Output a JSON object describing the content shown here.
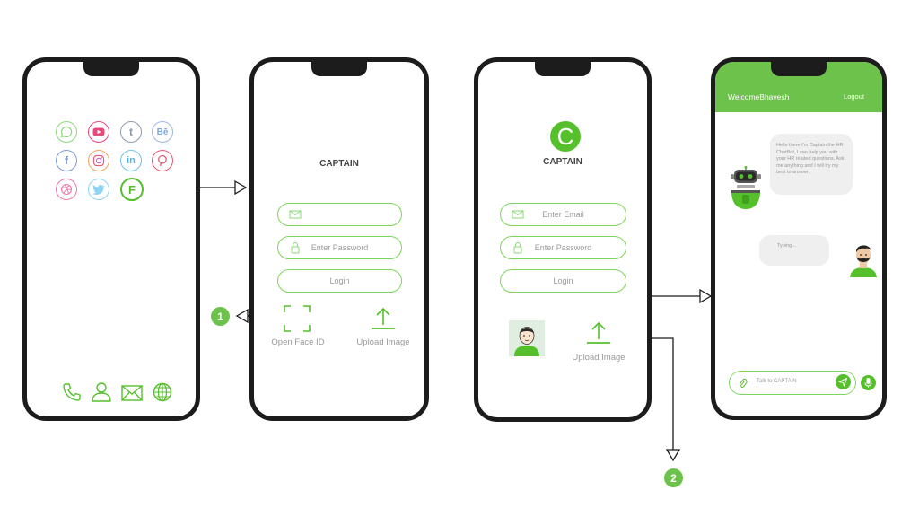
{
  "colors": {
    "accent": "#6cc24a",
    "frame": "#1c1c1c",
    "muted": "#9a9a9a"
  },
  "phone1": {
    "social_icons": [
      "whatsapp-icon",
      "youtube-icon",
      "tumblr-icon",
      "behance-icon",
      "facebook-icon",
      "instagram-icon",
      "linkedin-icon",
      "pinterest-icon",
      "dribbble-icon",
      "twitter-icon",
      "captain-f-app-icon"
    ],
    "dock_icons": [
      "phone-icon",
      "contact-icon",
      "mail-icon",
      "globe-icon"
    ]
  },
  "phone2": {
    "title": "CAPTAIN",
    "password_placeholder": "Enter Password",
    "login_label": "Login",
    "face_id_label": "Open Face ID",
    "upload_label": "Upload Image"
  },
  "phone3": {
    "logo_letter": "C",
    "title": "CAPTAIN",
    "email_placeholder": "Enter Email",
    "password_placeholder": "Enter Password",
    "login_label": "Login",
    "upload_label": "Upload Image"
  },
  "phone4": {
    "header_title": "WelcomeBhavesh",
    "logout_label": "Logout",
    "bot_message": "Hello there I'm Captain the HR ChatBot, I can help you with your HR related questions. Ask me anything and I will try my best to answer.",
    "user_message": "Typing...",
    "input_placeholder": "Talk to CAPTAIN"
  },
  "steps": {
    "step1": "1",
    "step2": "2"
  }
}
